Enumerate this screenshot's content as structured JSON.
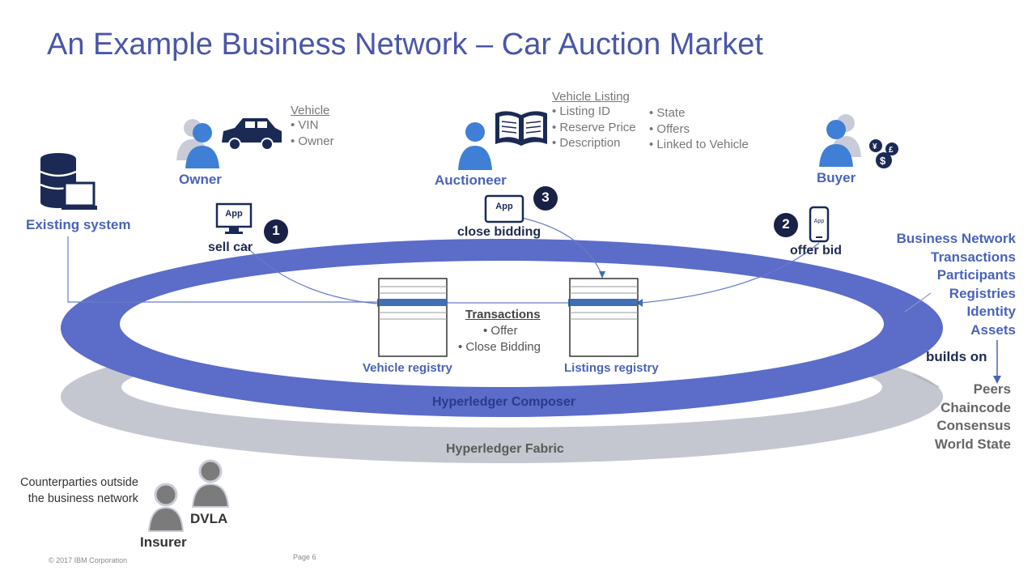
{
  "title": "An Example Business Network – Car Auction Market",
  "vehicle": {
    "heading": "Vehicle",
    "items": [
      "VIN",
      "Owner"
    ]
  },
  "listing": {
    "heading": "Vehicle Listing",
    "col1": [
      "Listing ID",
      "Reserve Price",
      "Description"
    ],
    "col2": [
      "State",
      "Offers",
      "Linked to Vehicle"
    ]
  },
  "participants": {
    "owner": "Owner",
    "auctioneer": "Auctioneer",
    "buyer": "Buyer",
    "existing_system": "Existing system"
  },
  "steps": [
    {
      "num": "1",
      "label": "sell car"
    },
    {
      "num": "2",
      "label": "offer bid"
    },
    {
      "num": "3",
      "label": "close bidding"
    }
  ],
  "app_label": "App",
  "transactions": {
    "heading": "Transactions",
    "items": [
      "Offer",
      "Close Bidding"
    ]
  },
  "registries": {
    "vehicle": "Vehicle registry",
    "listings": "Listings registry"
  },
  "rings": {
    "composer": "Hyperledger Composer",
    "fabric": "Hyperledger Fabric"
  },
  "composer_concepts": [
    "Business Network",
    "Transactions",
    "Participants",
    "Registries",
    "Identity",
    "Assets"
  ],
  "builds_on": "builds on",
  "fabric_concepts": [
    "Peers",
    "Chaincode",
    "Consensus",
    "World State"
  ],
  "counterparties": {
    "caption_line1": "Counterparties outside",
    "caption_line2": "the business network",
    "dvla": "DVLA",
    "insurer": "Insurer"
  },
  "footer": {
    "copyright": "© 2017 IBM Corporation",
    "page": "Page  6"
  },
  "colors": {
    "title": "#4a56a8",
    "ring_composer": "#5b6cc9",
    "ring_fabric": "#c4c7cf",
    "registry_stripe": "#3f6fb5",
    "step_badge": "#1a2147",
    "participant_blue": "#3f7fd6"
  }
}
